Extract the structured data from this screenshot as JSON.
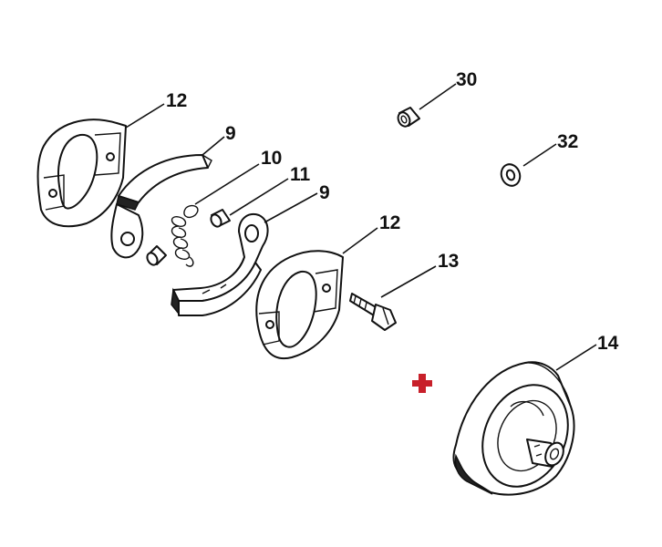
{
  "callouts": {
    "c12a": "12",
    "c9a": "9",
    "c10": "10",
    "c11": "11",
    "c9b": "9",
    "c12b": "12",
    "c13": "13",
    "c30": "30",
    "c32": "32",
    "c14": "14"
  },
  "colors": {
    "line": "#111111",
    "plus_marker": "#c8202a"
  },
  "icons": {
    "plus_marker": "plus-icon"
  }
}
